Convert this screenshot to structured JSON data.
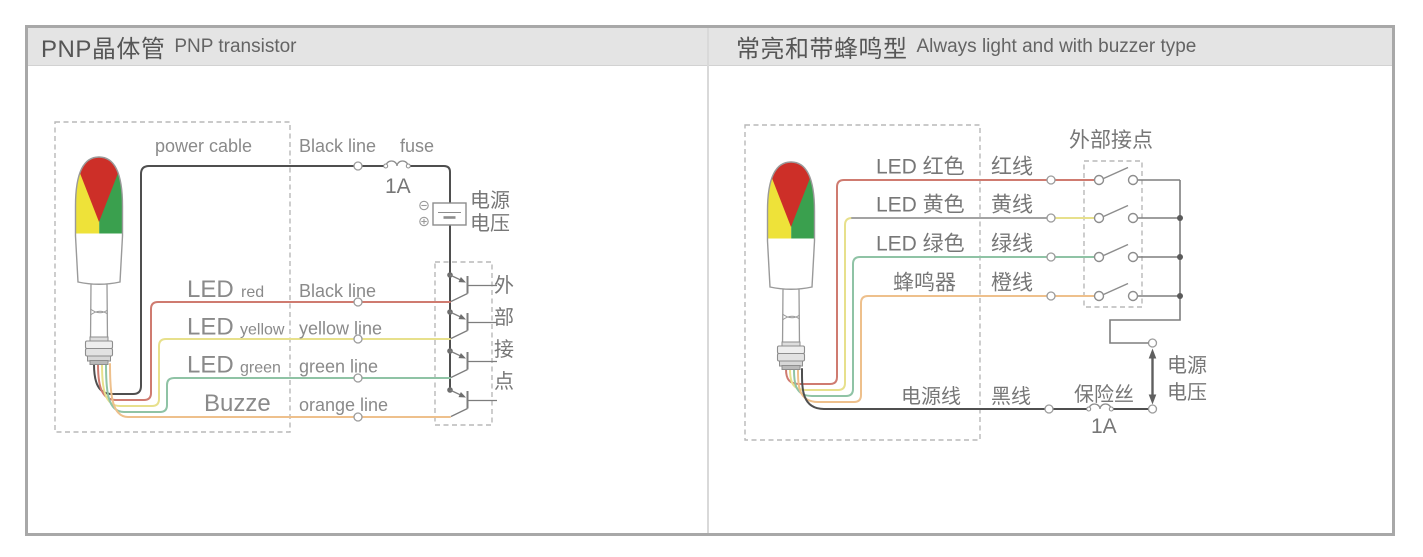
{
  "header": {
    "left": {
      "zh": "PNP晶体管",
      "en": "PNP transistor"
    },
    "right": {
      "zh": "常亮和带蜂鸣型",
      "en": "Always light and with buzzer type"
    }
  },
  "left_panel": {
    "power_cable": "power cable",
    "top_wire": "Black line",
    "fuse": "fuse",
    "fuse_rating": "1A",
    "psu_label": {
      "line1": "电源",
      "line2": "电压"
    },
    "rows": [
      {
        "device": "LED",
        "sub": "red",
        "wire": "Black line"
      },
      {
        "device": "LED",
        "sub": "yellow",
        "wire": "yellow line"
      },
      {
        "device": "LED",
        "sub": "green",
        "wire": "green line"
      },
      {
        "device": "Buzze",
        "wire": "orange line"
      }
    ],
    "external_contacts": {
      "c1": "外",
      "c2": "部",
      "c3": "接",
      "c4": "点"
    }
  },
  "right_panel": {
    "external_contacts": "外部接点",
    "rows": [
      {
        "device": "LED 红色",
        "wire": "红线"
      },
      {
        "device": "LED 黄色",
        "wire": "黄线"
      },
      {
        "device": "LED 绿色",
        "wire": "绿线"
      },
      {
        "device": "蜂鸣器",
        "wire": "橙线"
      }
    ],
    "power_cable": "电源线",
    "black_line": "黑线",
    "fuse": "保险丝",
    "fuse_rating": "1A",
    "psu_label": {
      "line1": "电源",
      "line2": "电压"
    }
  },
  "colors": {
    "wire_black": "#4f4f4f",
    "wire_red": "#cf7b70",
    "wire_yellow": "#e7e08c",
    "wire_green": "#8fc3a5",
    "wire_orange": "#eec08c",
    "wire_gray_segment": "#a3a3a3",
    "tower_red": "#cd2f28",
    "tower_yellow": "#eee239",
    "tower_green": "#3aa04e"
  }
}
